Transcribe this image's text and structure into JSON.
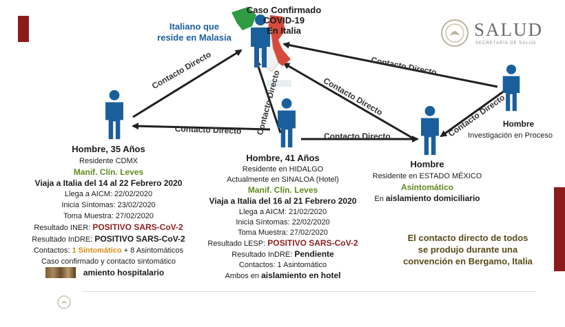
{
  "colors": {
    "figure": "#1a5f9c",
    "accent_bar": "#8c1c1c",
    "green_text": "#5f8a1e",
    "red_text": "#8c1c1c",
    "orange_text": "#d98b18",
    "arrow": "#1f1f1f"
  },
  "logo": {
    "brand": "SALUD",
    "subtitle": "SECRETARÍA DE SALUD"
  },
  "center_case": {
    "title_line1": "Caso Confirmado",
    "title_line2": "COVID-19",
    "title_line3": "En Italia"
  },
  "italian": {
    "line1": "Italiano que",
    "line2": "reside en Malasia"
  },
  "edges": {
    "label": "Contacto Directo"
  },
  "hombre35": {
    "title": "Hombre, 35 Años",
    "residence": "Residente CDMX",
    "manif": "Manif. Clín. Leves",
    "trip": "Viaja a Italia del 14 al 22 Febrero 2020",
    "aicm": "Llega a AICM: 22/02/2020",
    "symptoms": "Inicia Síntomas: 23/02/2020",
    "sample": "Toma Muestra: 27/02/2020",
    "iner_label": "Resultado INER:",
    "iner_value": "POSITIVO SARS-CoV-2",
    "indre_label": "Resultado InDRE:",
    "indre_value": "POSITIVO SARS-CoV-2",
    "contacts_prefix": "Contactos:",
    "contacts_symptomatic": "1 Sintomático",
    "contacts_rest": "+ 8 Asintomáticos",
    "confirmed": "Caso confirmado y contacto sintomático",
    "isolation": "amiento hospitalario"
  },
  "hombre41": {
    "title": "Hombre, 41 Años",
    "residence": "Residente en HIDALGO",
    "current": "Actualmente en SINALOA (Hotel)",
    "manif": "Manif. Clín. Leves",
    "trip": "Viaja a Italia del 16 al 21 Febrero 2020",
    "aicm": "Llega a AICM: 21/02/2020",
    "symptoms": "Inicia Síntomas: 22/02/2020",
    "sample": "Toma Muestra: 27/02/2020",
    "lesp_label": "Resultado LESP:",
    "lesp_value": "POSITIVO SARS-CoV-2",
    "indre_label": "Resultado InDRE:",
    "indre_value": "Pendiente",
    "contacts": "Contactos: 1 Asintomático",
    "isolation_prefix": "Ambos en",
    "isolation_value": "aislamiento en hotel"
  },
  "hombre_edomex": {
    "title": "Hombre",
    "residence": "Residente en ESTADO MÉXICO",
    "status": "Asintomático",
    "isolation_prefix": "En",
    "isolation_value": "aislamiento domiciliario"
  },
  "hombre_invest": {
    "title": "Hombre",
    "status": "Investigación en Proceso"
  },
  "note": {
    "line1": "El contacto directo de todos",
    "line2": "se produjo durante una",
    "line3": "convención en Bergamo, Italia"
  }
}
